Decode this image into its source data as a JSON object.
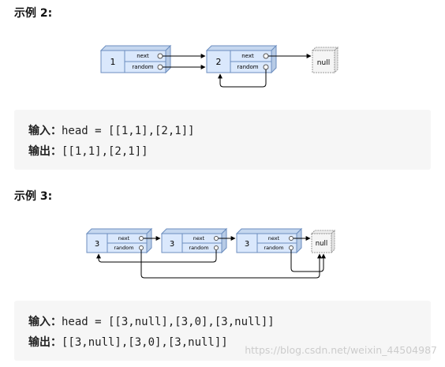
{
  "example2": {
    "heading": "示例 2:",
    "nodes": [
      {
        "val": "1",
        "next": "next",
        "random": "random"
      },
      {
        "val": "2",
        "next": "next",
        "random": "random"
      }
    ],
    "null_label": "null",
    "input_label": "输入：",
    "input_value": "head = [[1,1],[2,1]]",
    "output_label": "输出：",
    "output_value": "[[1,1],[2,1]]"
  },
  "example3": {
    "heading": "示例 3:",
    "nodes": [
      {
        "val": "3",
        "next": "next",
        "random": "random"
      },
      {
        "val": "3",
        "next": "next",
        "random": "random"
      },
      {
        "val": "3",
        "next": "next",
        "random": "random"
      }
    ],
    "null_label": "null",
    "input_label": "输入：",
    "input_value": "head = [[3,null],[3,0],[3,null]]",
    "output_label": "输出：",
    "output_value": "[[3,null],[3,0],[3,null]]"
  },
  "watermark": "https://blog.csdn.net/weixin_44504987",
  "colors": {
    "node_fill": "#dae8fc",
    "node_stroke": "#6c8ebf",
    "code_bg": "#f6f6f6"
  }
}
